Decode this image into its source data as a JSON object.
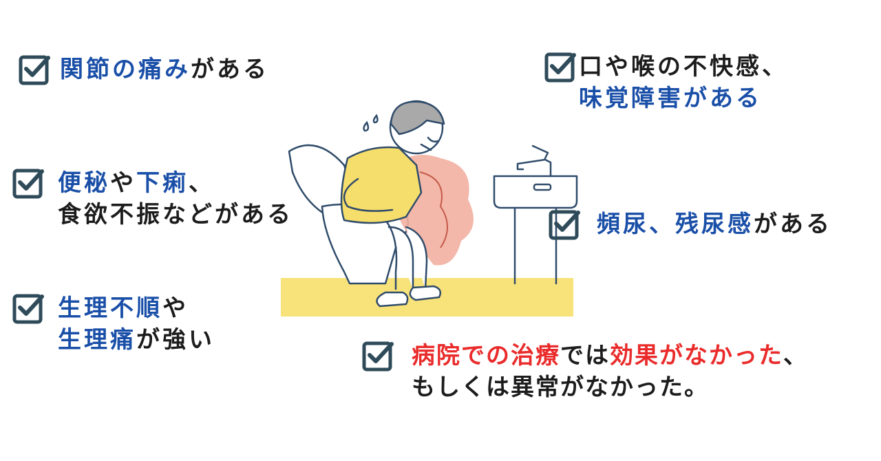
{
  "items": {
    "joint": {
      "t1": "関節の痛み",
      "t2": "がある"
    },
    "mouth": {
      "l1": "口や喉の不快感、",
      "l2a": "味覚障害",
      "l2b": "がある"
    },
    "bowel": {
      "l1a": "便秘",
      "l1b": "や",
      "l1c": "下痢",
      "l1d": "、",
      "l2": "食欲不振などがある"
    },
    "urine": {
      "t1": "頻尿、残尿感",
      "t2": "がある"
    },
    "period": {
      "l1a": "生理不順",
      "l1b": "や",
      "l2a": "生理痛",
      "l2b": "が強い"
    },
    "hospital": {
      "l1a": "病院での治療",
      "l1b": "では",
      "l1c": "効果がなかった",
      "l1d": "、",
      "l2": "もしくは異常がなかった。"
    }
  },
  "colors": {
    "check": "#2f4b5a",
    "blue": "#1a4fa8",
    "red": "#ea2b2b",
    "text": "#1c1c1c",
    "floor": "#f8e27a",
    "shirt": "#f6de6c",
    "pain": "#f2b0a0"
  }
}
